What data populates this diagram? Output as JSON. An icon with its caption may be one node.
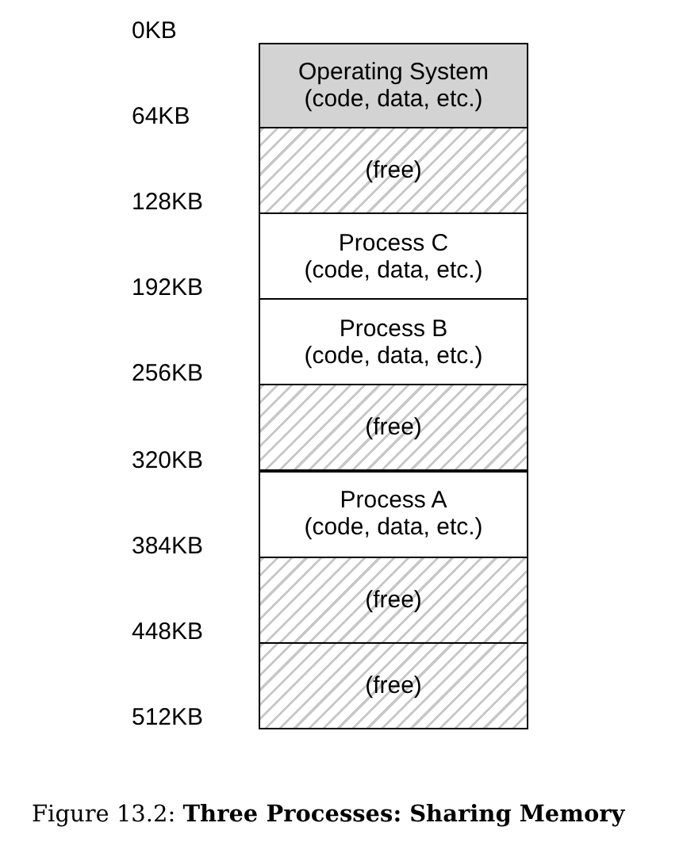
{
  "diagram": {
    "caption": "Figure 13.2: **Three Processes: Sharing Memory**",
    "nodes": [
      {
        "text": [
          "Operating System",
          "(code, data, etc.)"
        ]
      },
      {
        "text": [
          "(free)"
        ]
      },
      {
        "text": [
          "Process C",
          "(code, data, etc.)"
        ]
      },
      {
        "text": [
          "Process B",
          "(code, data, etc.)"
        ]
      },
      {
        "text": [
          "(free)"
        ]
      },
      {
        "text": [
          "Process A",
          "(code, data, etc.)"
        ]
      },
      {
        "text": [
          "(free)"
        ]
      },
      {
        "text": [
          "(free)"
        ]
      }
    ],
    "labels": [
      "0KB",
      "64KB",
      "128KB",
      "192KB",
      "256KB",
      "320KB",
      "384KB",
      "448KB",
      "512KB"
    ]
  }
}
